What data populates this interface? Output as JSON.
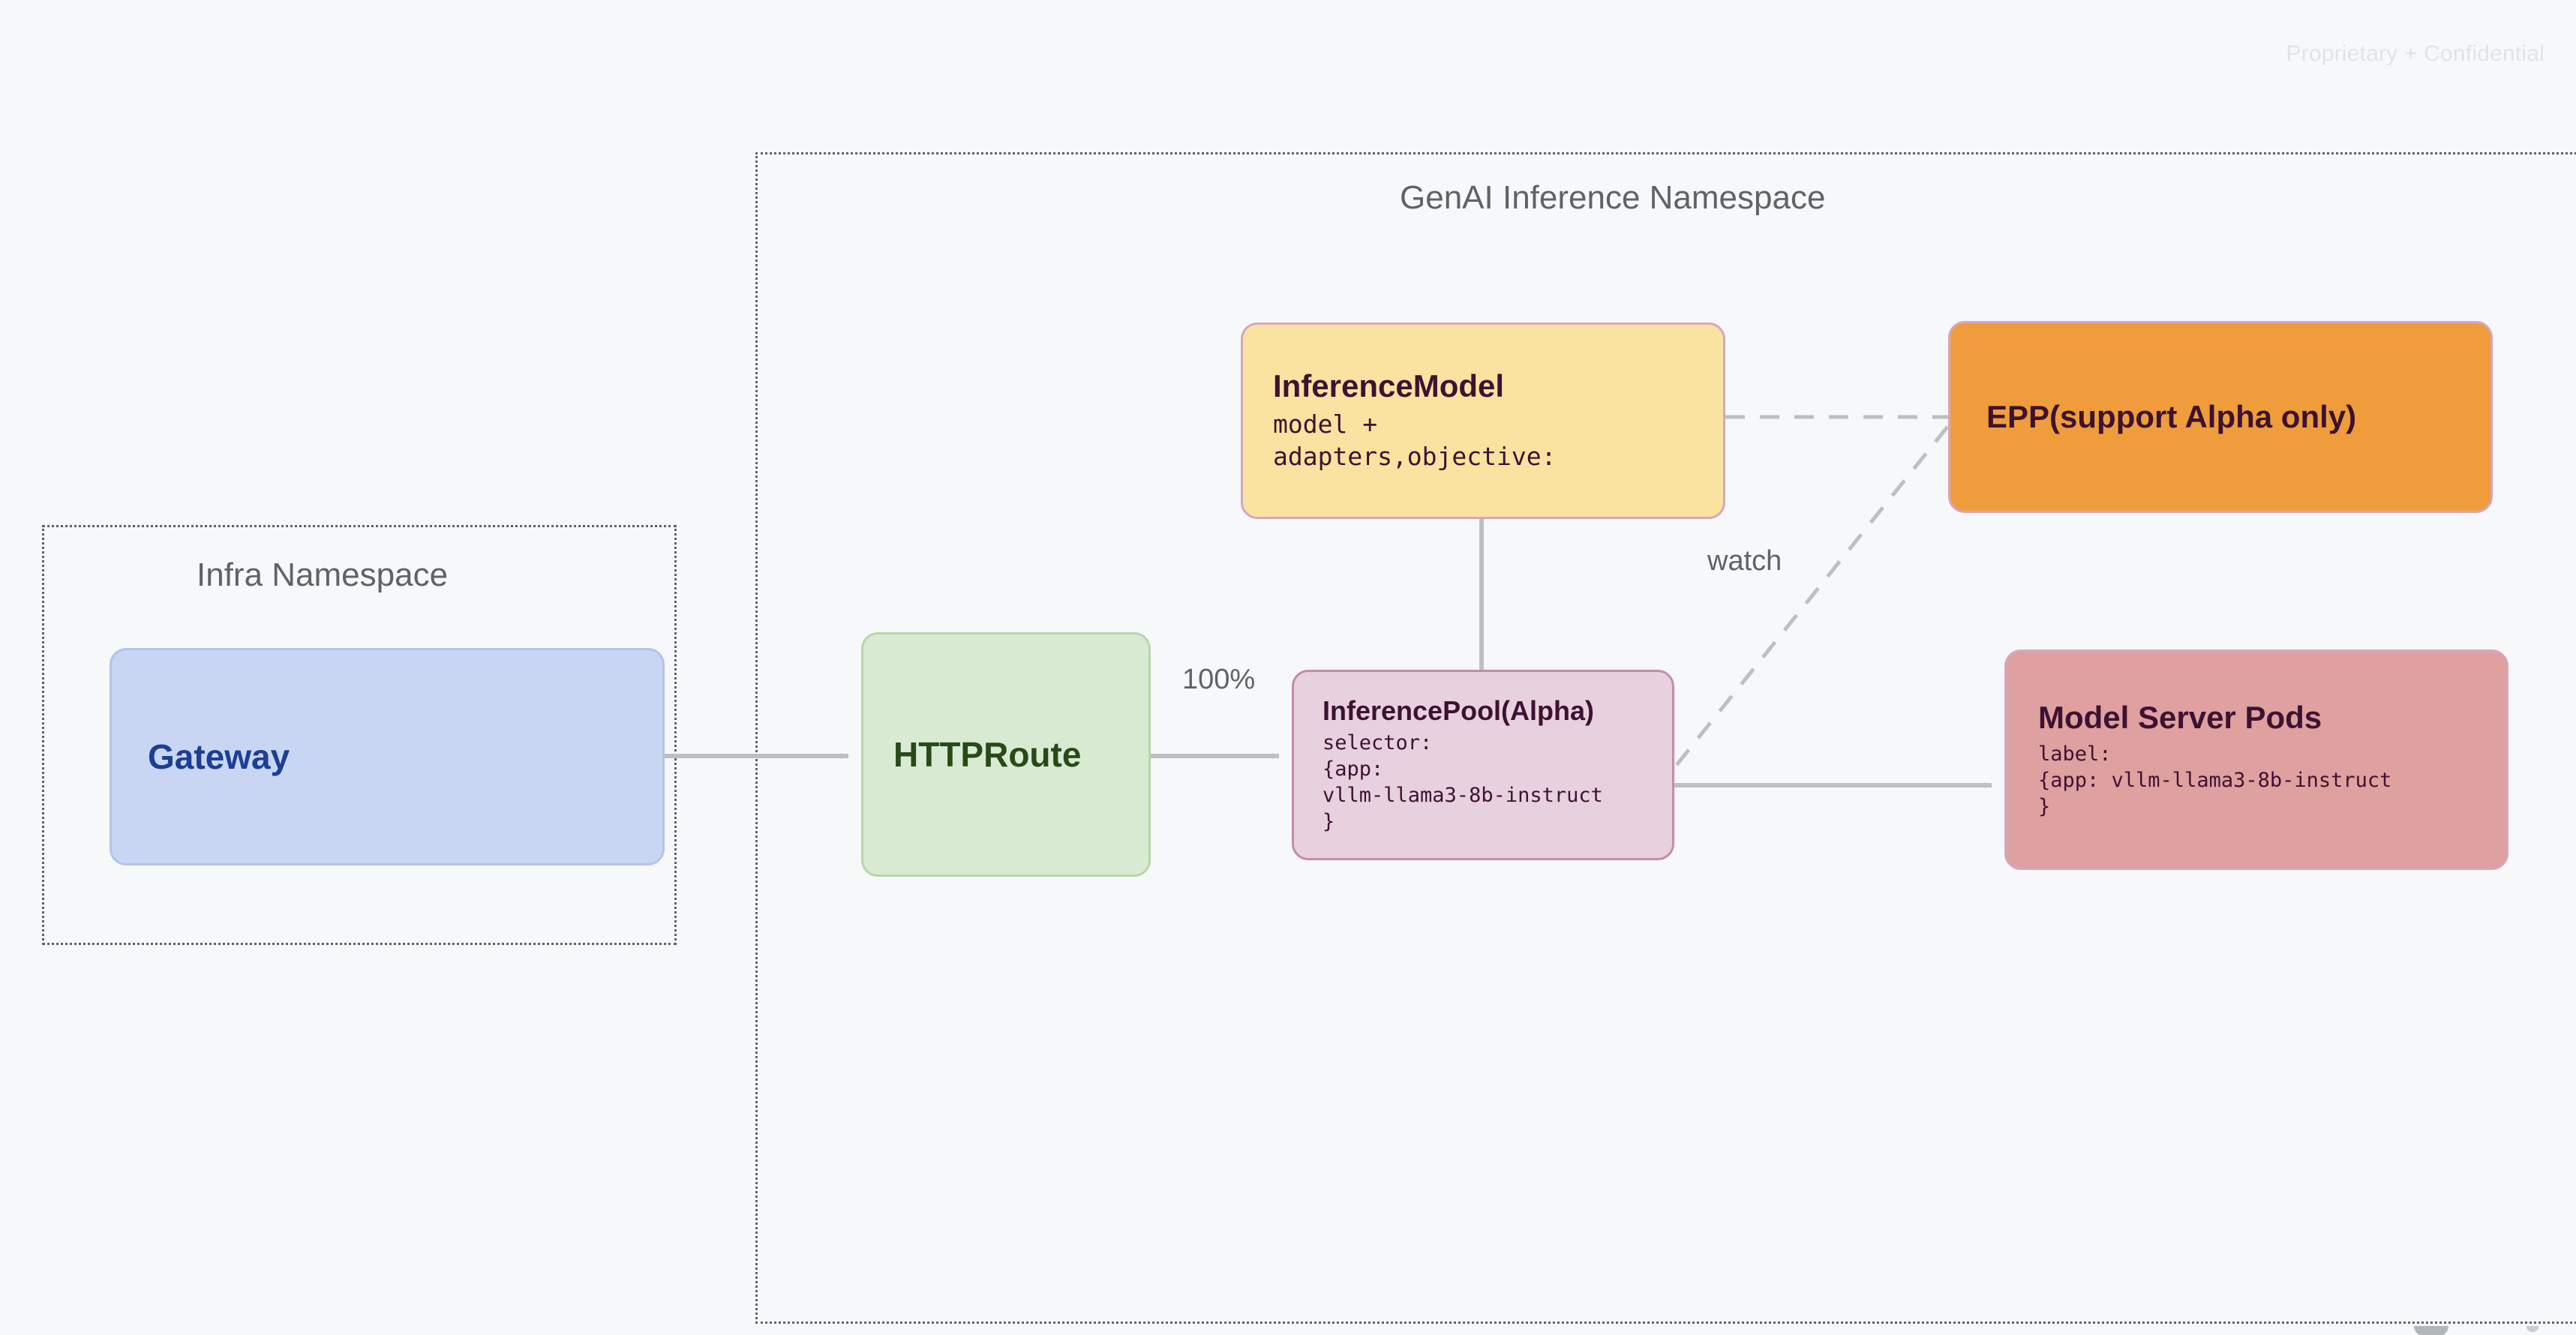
{
  "watermark": {
    "text": "Proprietary + Confidential"
  },
  "namespaces": [
    {
      "id": "infra",
      "title": "Infra Namespace"
    },
    {
      "id": "genai",
      "title": "GenAI Inference Namespace"
    }
  ],
  "nodes": {
    "gateway": {
      "title": "Gateway",
      "fill": "#c8d6f4",
      "border": "#b3c4ea",
      "text_color": "#1b3f94"
    },
    "httproute": {
      "title": "HTTPRoute",
      "fill": "#d9ead3",
      "border": "#b6d7a8",
      "text_color": "#284a18"
    },
    "inference_model": {
      "title": "InferenceModel",
      "body": "model +\nadapters,objective:",
      "fill": "#fae3a0",
      "border": "#d6a6bd",
      "text_color": "#3d1231"
    },
    "inference_pool": {
      "title": "InferencePool(Alpha)",
      "body": "selector:\n{app:\nvllm-llama3-8b-instruct\n}",
      "fill": "#e8d1de",
      "border": "#c78aa9",
      "text_color": "#3d1231"
    },
    "epp": {
      "title": "EPP(support Alpha only)",
      "fill": "#ef9d3c",
      "border": "#d6a6bd",
      "text_color": "#3d1231"
    },
    "model_server_pods": {
      "title": "Model Server Pods",
      "body": "label:\n{app: vllm-llama3-8b-instruct\n}",
      "fill": "#dfa0a0",
      "border": "#d6a6bd",
      "text_color": "#3d1231"
    }
  },
  "edges": {
    "gateway_to_httproute": {
      "label": ""
    },
    "httproute_to_pool": {
      "label": "100%"
    },
    "model_to_pool": {
      "label": ""
    },
    "model_to_epp": {
      "label": ""
    },
    "pool_to_epp": {
      "label": "watch"
    },
    "pool_to_pods": {
      "label": ""
    }
  },
  "colors": {
    "background": "#f7f8fa",
    "connector": "#bcc0c4",
    "namespace_border": "#5f6368",
    "namespace_title": "#5f6368"
  }
}
